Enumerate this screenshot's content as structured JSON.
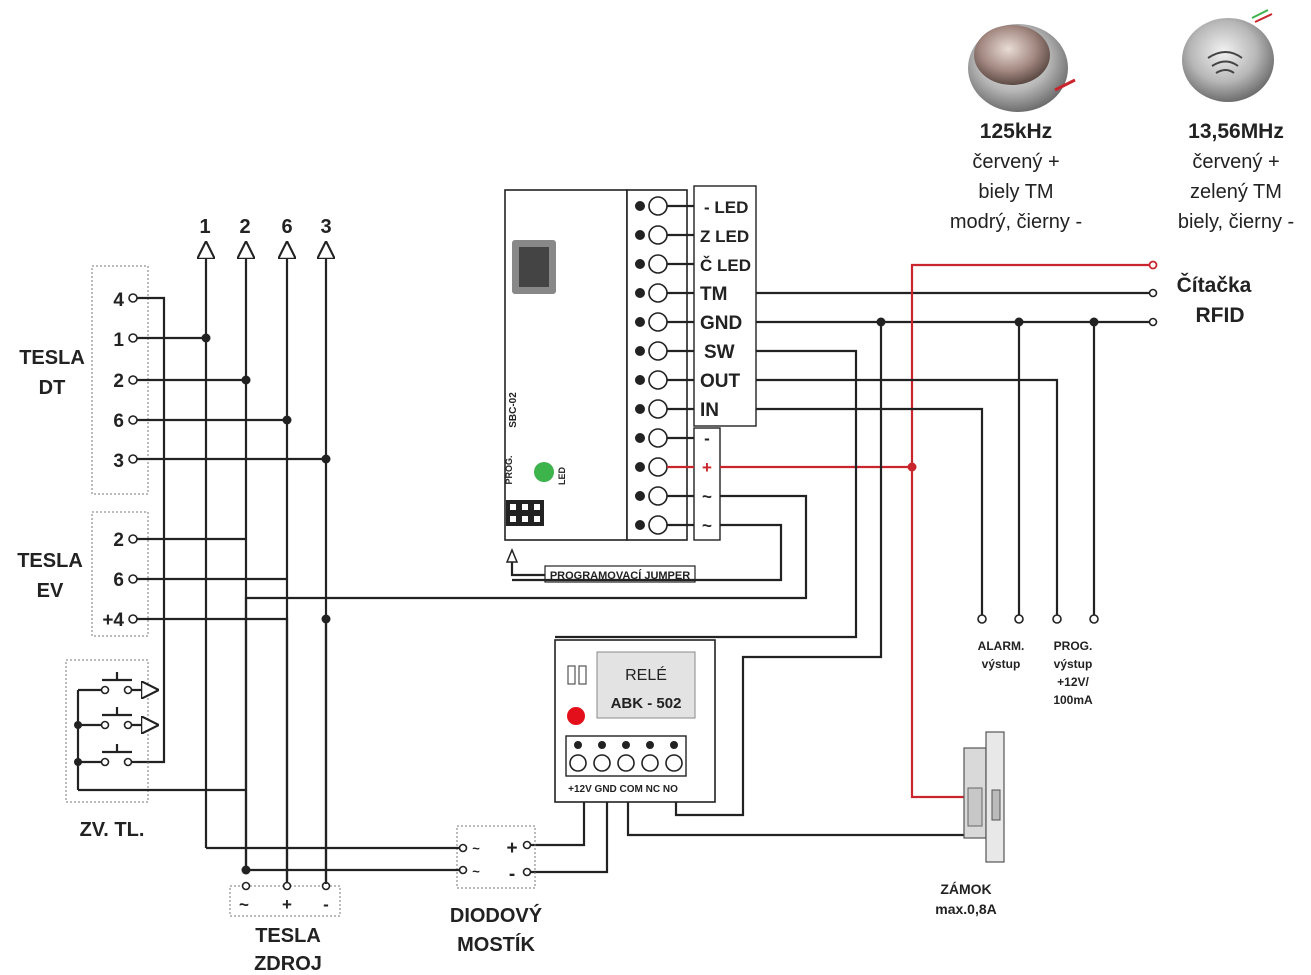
{
  "readers": {
    "r125": {
      "freq": "125kHz",
      "l1": "červený +",
      "l2": "biely TM",
      "l3": "modrý, čierny -"
    },
    "r1356": {
      "freq": "13,56MHz",
      "l1": "červený +",
      "l2": "zelený TM",
      "l3": "biely, čierny -"
    }
  },
  "reader_label": {
    "l1": "Čítačka",
    "l2": "RFID"
  },
  "bus": [
    "1",
    "2",
    "6",
    "3"
  ],
  "tesla_dt": {
    "title1": "TESLA",
    "title2": "DT",
    "terms": [
      "4",
      "1",
      "2",
      "6",
      "3"
    ]
  },
  "tesla_ev": {
    "title1": "TESLA",
    "title2": "EV",
    "terms": [
      "2",
      "6",
      "+4"
    ]
  },
  "zv_tl": "ZV. TL.",
  "controller": {
    "model": "SBC-02",
    "prog": "PROG.",
    "led": "LED",
    "jumper": "PROGRAMOVACÍ JUMPER",
    "pins": [
      "- LED",
      "Z LED",
      "Č LED",
      "TM",
      "GND",
      "SW",
      "OUT",
      "IN"
    ],
    "power": [
      "-",
      "+",
      "~",
      "~"
    ]
  },
  "relay": {
    "l1": "RELÉ",
    "l2": "ABK - 502",
    "terms": "+12V GND COM NC NO"
  },
  "bridge": {
    "plus": "+",
    "minus": "-",
    "t1": "DIODOVÝ",
    "t2": "MOSTÍK",
    "ac": "~"
  },
  "psu": {
    "terms": [
      "~",
      "+",
      "-"
    ],
    "t1": "TESLA",
    "t2": "ZDROJ"
  },
  "alarm": {
    "l1": "ALARM.",
    "l2": "výstup"
  },
  "prog_out": {
    "l1": "PROG.",
    "l2": "výstup",
    "l3": "+12V/",
    "l4": "100mA"
  },
  "lock": {
    "l1": "ZÁMOK",
    "l2": "max.0,8A"
  },
  "colors": {
    "wire": "#222222",
    "red_wire": "#c8262c",
    "led": "#3cb44b",
    "relay_led": "#e3101b"
  }
}
